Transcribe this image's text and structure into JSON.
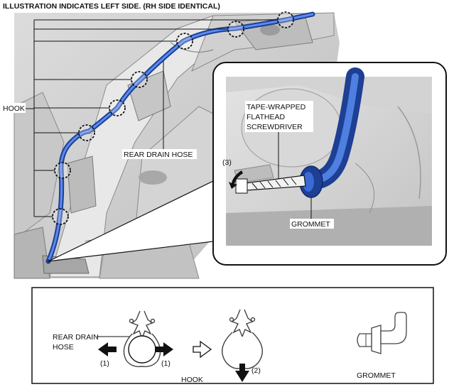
{
  "header": {
    "title": "ILLUSTRATION INDICATES LEFT SIDE. (RH SIDE IDENTICAL)"
  },
  "labels": {
    "hook": "HOOK",
    "rear_drain_hose": "REAR DRAIN HOSE",
    "tape_line1": "TAPE-WRAPPED",
    "tape_line2": "FLATHEAD",
    "tape_line3": "SCREWDRIVER",
    "step3": "(3)",
    "grommet": "GROMMET"
  },
  "bottom_panel": {
    "hose_line1": "REAR DRAIN",
    "hose_line2": "HOSE",
    "step1_left": "(1)",
    "step1_right": "(1)",
    "step2": "(2)",
    "hook": "HOOK",
    "grommet": "GROMMET"
  },
  "colors": {
    "hose": "#2f5fc8",
    "hose_dark": "#1d3f94",
    "body_gray": "#cfcfcf",
    "outline": "#222222"
  }
}
